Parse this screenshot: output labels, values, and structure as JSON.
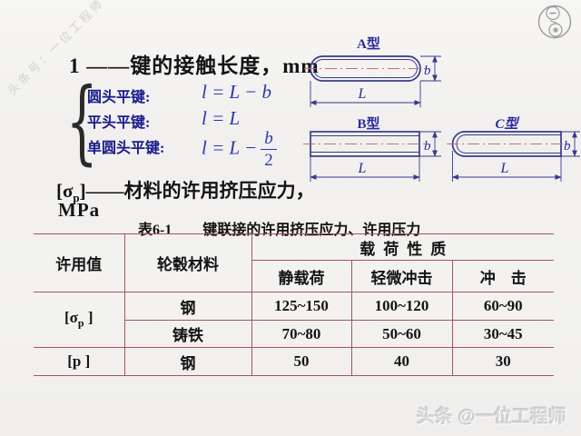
{
  "watermarks": {
    "top_left": "头条号：一位工程师",
    "bottom_right": "头条 @一位工程师"
  },
  "title": "1 ——键的接触长度，mm",
  "formula_block": {
    "rows": [
      {
        "label": "圆头平键:",
        "formula": "l = L − b"
      },
      {
        "label": "平头平键:",
        "formula": "l = L"
      },
      {
        "label": "单圆头平键:",
        "formula_pre": "l = L −",
        "frac_num": "b",
        "frac_den": "2"
      }
    ]
  },
  "diagrams": {
    "a": {
      "label": "A型",
      "dim_length": "L",
      "dim_width": "b"
    },
    "b": {
      "label": "B型",
      "dim_length": "L",
      "dim_width": "b"
    },
    "c": {
      "label": "C型",
      "dim_length": "L",
      "dim_width": "b"
    }
  },
  "sigma_def": {
    "open": "[σ",
    "sub": "p",
    "close": "]",
    "text": "——材料的许用挤压应力，",
    "unit": "MPa"
  },
  "table": {
    "caption_no": "表6-1",
    "caption_title": "键联接的许用挤压应力、许用压力",
    "headers": {
      "col1": "许用值",
      "col2": "轮毂材料",
      "group": "载荷性质",
      "sub": [
        "静载荷",
        "轻微冲击",
        "冲　击"
      ]
    },
    "row_labels": {
      "sigma_open": "[σ",
      "sigma_sub": "p",
      "sigma_close": " ]",
      "p": "[p ]"
    },
    "rows": [
      {
        "material": "钢",
        "static_load": "125~150",
        "light_impact": "100~120",
        "impact": "60~90"
      },
      {
        "material": "铸铁",
        "static_load": "70~80",
        "light_impact": "50~60",
        "impact": "30~45"
      },
      {
        "material": "钢",
        "static_load": "50",
        "light_impact": "40",
        "impact": "30"
      }
    ]
  },
  "colors": {
    "table_border": "#a85555",
    "label_navy": "#1a1a8c",
    "formula_blue": "#2a35b5",
    "diagram_navy": "#39398f",
    "centerline_red": "#cc6a6a",
    "background": "#f2f1ef",
    "watermark_gray": "#d2d2d2"
  }
}
